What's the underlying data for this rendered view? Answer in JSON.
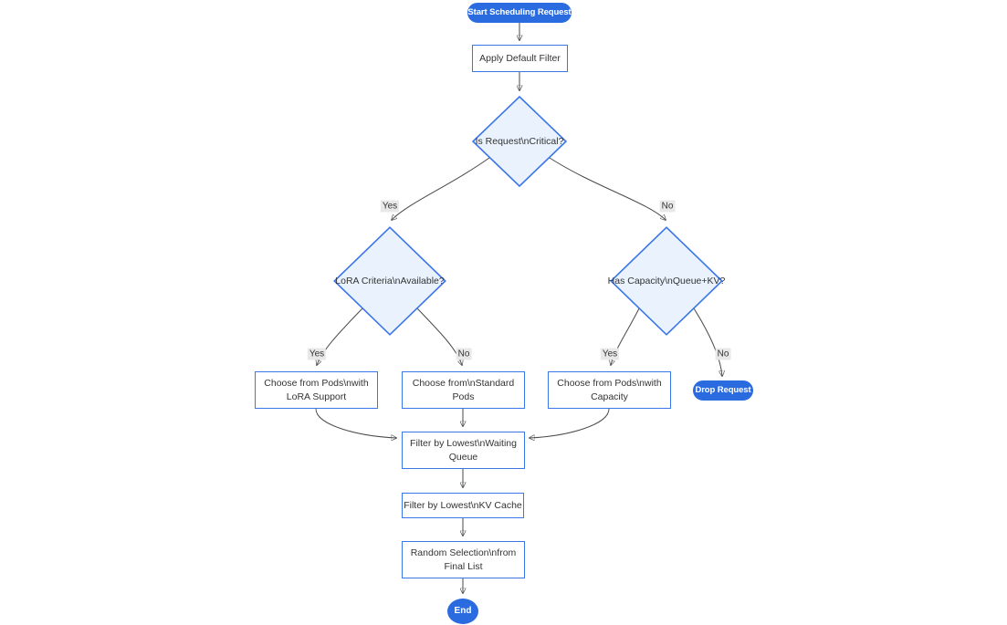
{
  "flowchart": {
    "nodes": {
      "start": {
        "label": "Start Scheduling Request",
        "shape": "stadium"
      },
      "apply_default_filter": {
        "label": "Apply Default Filter",
        "shape": "rect"
      },
      "is_request_critical": {
        "label": "Is Request\\nCritical?",
        "shape": "decision"
      },
      "lora_criteria_available": {
        "label": "LoRA Criteria\\nAvailable?",
        "shape": "decision"
      },
      "has_capacity_queue_kv": {
        "label": "Has Capacity\\nQueue+KV?",
        "shape": "decision"
      },
      "choose_pods_lora": {
        "label": "Choose from Pods\\nwith LoRA Support",
        "shape": "rect"
      },
      "choose_standard_pods": {
        "label": "Choose from\\nStandard Pods",
        "shape": "rect"
      },
      "choose_pods_capacity": {
        "label": "Choose from Pods\\nwith Capacity",
        "shape": "rect"
      },
      "drop_request": {
        "label": "Drop Request",
        "shape": "stadium"
      },
      "filter_waiting_queue": {
        "label": "Filter by Lowest\\nWaiting Queue",
        "shape": "rect"
      },
      "filter_kv_cache": {
        "label": "Filter by Lowest\\nKV Cache",
        "shape": "rect"
      },
      "random_selection": {
        "label": "Random Selection\\nfrom Final List",
        "shape": "rect"
      },
      "end": {
        "label": "End",
        "shape": "circle"
      }
    },
    "edge_labels": {
      "critical_yes": "Yes",
      "critical_no": "No",
      "lora_yes": "Yes",
      "lora_no": "No",
      "capacity_yes": "Yes",
      "capacity_no": "No"
    },
    "edges": [
      {
        "from": "start",
        "to": "apply_default_filter",
        "label": ""
      },
      {
        "from": "apply_default_filter",
        "to": "is_request_critical",
        "label": ""
      },
      {
        "from": "is_request_critical",
        "to": "lora_criteria_available",
        "label": "Yes"
      },
      {
        "from": "is_request_critical",
        "to": "has_capacity_queue_kv",
        "label": "No"
      },
      {
        "from": "lora_criteria_available",
        "to": "choose_pods_lora",
        "label": "Yes"
      },
      {
        "from": "lora_criteria_available",
        "to": "choose_standard_pods",
        "label": "No"
      },
      {
        "from": "has_capacity_queue_kv",
        "to": "choose_pods_capacity",
        "label": "Yes"
      },
      {
        "from": "has_capacity_queue_kv",
        "to": "drop_request",
        "label": "No"
      },
      {
        "from": "choose_pods_lora",
        "to": "filter_waiting_queue",
        "label": ""
      },
      {
        "from": "choose_standard_pods",
        "to": "filter_waiting_queue",
        "label": ""
      },
      {
        "from": "choose_pods_capacity",
        "to": "filter_waiting_queue",
        "label": ""
      },
      {
        "from": "filter_waiting_queue",
        "to": "filter_kv_cache",
        "label": ""
      },
      {
        "from": "filter_kv_cache",
        "to": "random_selection",
        "label": ""
      },
      {
        "from": "random_selection",
        "to": "end",
        "label": ""
      }
    ],
    "colors": {
      "accent_blue": "#2a6ce0",
      "node_border": "#3b76e8",
      "decision_fill": "#eaf3fd",
      "edge_line": "#4a4a4a",
      "edge_label_bg": "#e8e8e8",
      "text": "#333333"
    }
  }
}
